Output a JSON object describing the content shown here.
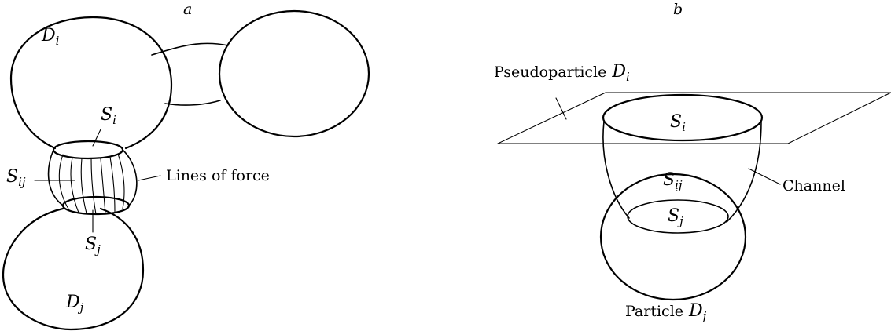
{
  "panels": {
    "a": {
      "panel_label": "a",
      "symbols": {
        "D_i": {
          "base": "D",
          "sub": "i"
        },
        "D_j": {
          "base": "D",
          "sub": "j"
        },
        "S_i": {
          "base": "S",
          "sub": "i"
        },
        "S_j": {
          "base": "S",
          "sub": "j"
        },
        "S_ij": {
          "base": "S",
          "sub": "ij"
        }
      },
      "lines_of_force_label": "Lines of force"
    },
    "b": {
      "panel_label": "b",
      "pseudoparticle_label": "Pseudoparticle",
      "particle_label": "Particle",
      "channel_label": "Channel",
      "symbols": {
        "D_i": {
          "base": "D",
          "sub": "i"
        },
        "D_j": {
          "base": "D",
          "sub": "j"
        },
        "S_i": {
          "base": "S",
          "sub": "i"
        },
        "S_j": {
          "base": "S",
          "sub": "j"
        },
        "S_ij": {
          "base": "S",
          "sub": "ij"
        }
      }
    }
  }
}
